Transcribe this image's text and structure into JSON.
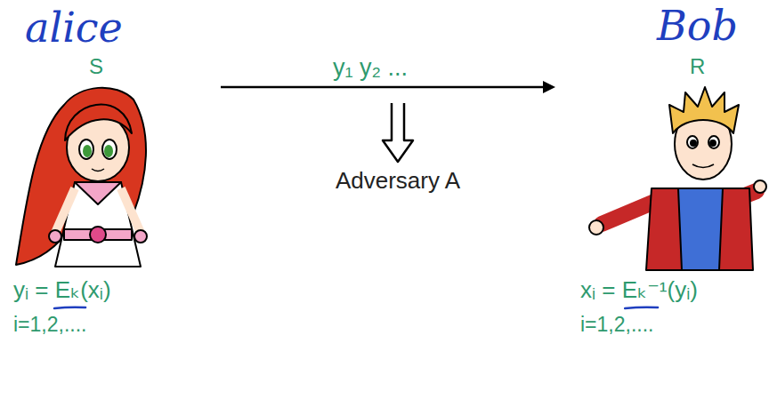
{
  "diagram": {
    "nodes": [
      {
        "text": [
          "S",
          "yᵢ = Eₖ(xᵢ)",
          "i=1,2,...."
        ]
      },
      {
        "text": [
          "R",
          "xᵢ = Eₖ⁻¹(yᵢ)",
          "i=1,2,...."
        ]
      }
    ],
    "edges": [
      {
        "from": 0,
        "to": 1,
        "label": "y₁ y₂ ...",
        "arrow": "to"
      }
    ],
    "labels": [
      "alice",
      "Bob",
      "Adversary A"
    ]
  }
}
